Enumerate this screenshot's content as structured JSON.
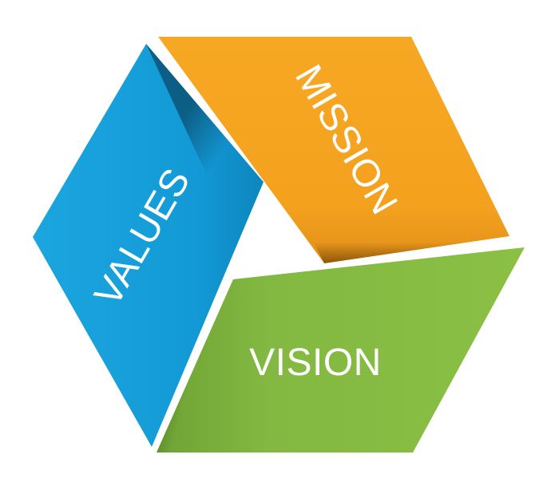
{
  "diagram": {
    "panels": [
      {
        "key": "values",
        "label": "VALUES",
        "color": "#1aa3dc"
      },
      {
        "key": "mission",
        "label": "MISSION",
        "color": "#f5a21f"
      },
      {
        "key": "vision",
        "label": "VISION",
        "color": "#85b740"
      }
    ],
    "center_color": "#ffffff"
  }
}
